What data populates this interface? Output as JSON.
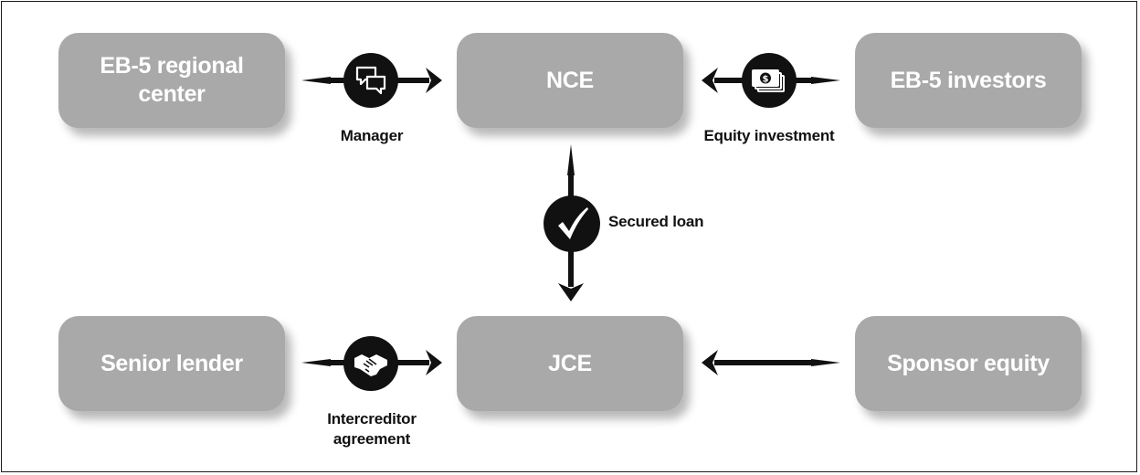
{
  "nodes": {
    "regional_center": "EB-5 regional\ncenter",
    "nce": "NCE",
    "investors": "EB-5 investors",
    "senior_lender": "Senior lender",
    "jce": "JCE",
    "sponsor_equity": "Sponsor equity"
  },
  "edges": {
    "manager": "Manager",
    "equity_investment": "Equity investment",
    "secured_loan": "Secured loan",
    "intercreditor_line1": "Intercreditor",
    "intercreditor_line2": "agreement"
  },
  "icons": {
    "manager": "chat-bubbles-icon",
    "equity_investment": "money-stack-icon",
    "secured_loan": "checkmark-icon",
    "intercreditor": "handshake-icon"
  },
  "colors": {
    "node_fill": "#a9a9a9",
    "node_text": "#ffffff",
    "arrow": "#111111"
  }
}
